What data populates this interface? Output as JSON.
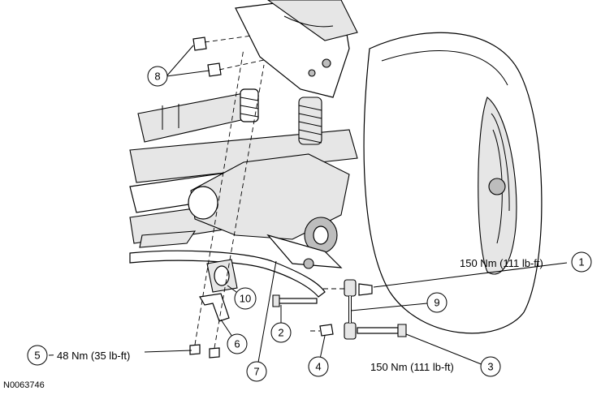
{
  "figure_id": "N0063746",
  "callouts": [
    {
      "num": "1",
      "text": "150 Nm (111 lb-ft)"
    },
    {
      "num": "2",
      "text": ""
    },
    {
      "num": "3",
      "text": "150 Nm (111 lb-ft)"
    },
    {
      "num": "4",
      "text": ""
    },
    {
      "num": "5",
      "text": "48 Nm (35 lb-ft)"
    },
    {
      "num": "6",
      "text": ""
    },
    {
      "num": "7",
      "text": ""
    },
    {
      "num": "8",
      "text": ""
    },
    {
      "num": "9",
      "text": ""
    },
    {
      "num": "10",
      "text": ""
    }
  ],
  "colors": {
    "line": "#000000",
    "shade_light": "#e6e6e6",
    "shade_dark": "#bdbdbd",
    "background": "#ffffff"
  }
}
